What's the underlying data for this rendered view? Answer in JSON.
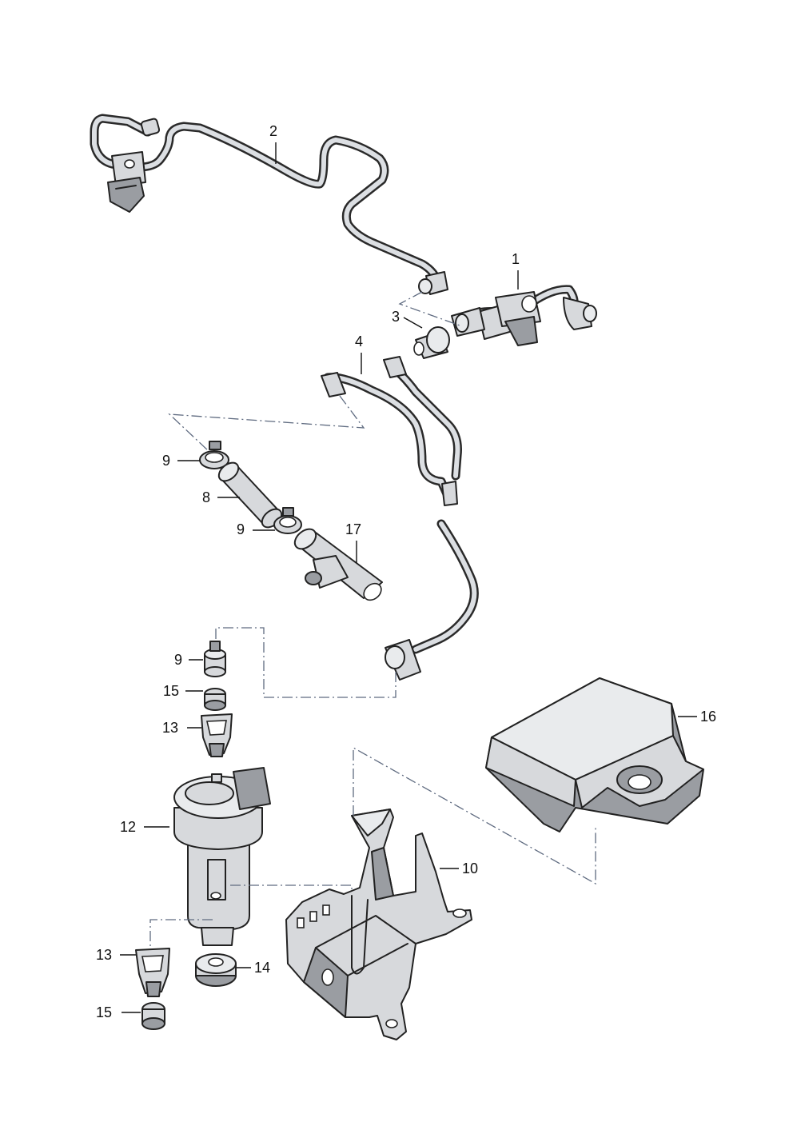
{
  "callouts": {
    "p1": "1",
    "p2": "2",
    "p3": "3",
    "p4": "4",
    "p8": "8",
    "p9a": "9",
    "p9b": "9",
    "p9c": "9",
    "p10": "10",
    "p12": "12",
    "p13a": "13",
    "p13b": "13",
    "p14": "14",
    "p15a": "15",
    "p15b": "15",
    "p16": "16",
    "p17": "17"
  }
}
